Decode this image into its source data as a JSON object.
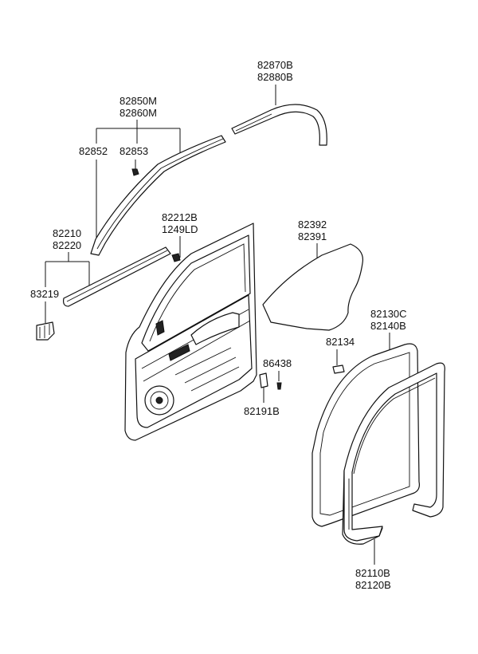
{
  "diagram": {
    "callouts": {
      "molding_rear": [
        "82870B",
        "82880B"
      ],
      "molding_front": [
        "82850M",
        "82860M"
      ],
      "clip_a": "82852",
      "clip_b": "82853",
      "weatherstrip_belt": [
        "82210",
        "82220"
      ],
      "belt_clip": [
        "82212B",
        "1249LD"
      ],
      "mirror_cover": "83219",
      "vapor_barrier": [
        "82392",
        "82391"
      ],
      "door_seal_outer": [
        "82130C",
        "82140B"
      ],
      "bracket": "82134",
      "screw": "86438",
      "fastener": "82191B",
      "door_seal_inner": [
        "82110B",
        "82120B"
      ]
    }
  }
}
